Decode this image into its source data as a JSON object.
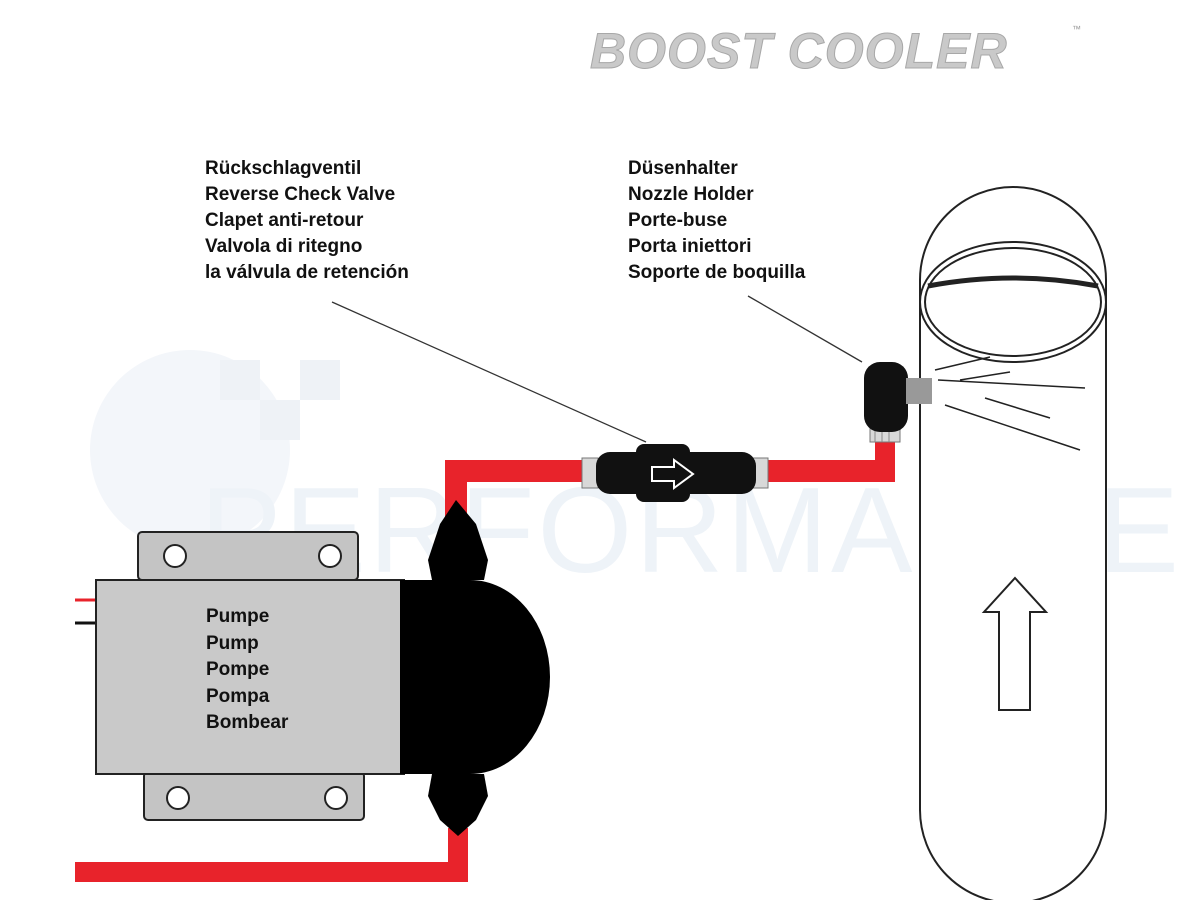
{
  "brand": {
    "name": "BOOST COOLER",
    "trademark": "™"
  },
  "watermark": {
    "text": "PERFORMANCE"
  },
  "check_valve": {
    "labels": [
      "Rückschlagventil",
      "Reverse Check Valve",
      "Clapet anti-retour",
      "Valvola di ritegno",
      "la válvula de retención"
    ]
  },
  "nozzle_holder": {
    "labels": [
      "Düsenhalter",
      "Nozzle Holder",
      "Porte-buse",
      "Porta iniettori",
      "Soporte de boquilla"
    ]
  },
  "pump": {
    "labels": [
      "Pumpe",
      "Pump",
      "Pompe",
      "Pompa",
      "Bombear"
    ]
  },
  "colors": {
    "hose": "#e8232b",
    "pump_body": "#c9c9c9",
    "pump_head": "#000000",
    "valve": "#111111",
    "intake_pipe_outline": "#222222"
  },
  "icons": {
    "flow_arrow": "arrow-right-icon",
    "airflow_arrow": "arrow-up-icon"
  }
}
